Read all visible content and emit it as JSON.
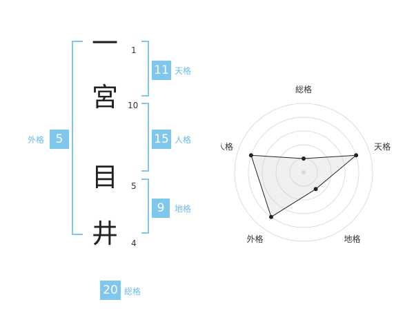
{
  "name": {
    "chars": [
      {
        "char": "一",
        "strokes": "1"
      },
      {
        "char": "宮",
        "strokes": "10"
      },
      {
        "char": "目",
        "strokes": "5"
      },
      {
        "char": "井",
        "strokes": "4"
      }
    ]
  },
  "fortune": {
    "tenkaku": {
      "value": "11",
      "label": "天格"
    },
    "jinkaku": {
      "value": "15",
      "label": "人格"
    },
    "chikaku": {
      "value": "9",
      "label": "地格"
    },
    "gaikaku": {
      "value": "5",
      "label": "外格"
    },
    "soukaku": {
      "value": "20",
      "label": "総格"
    }
  },
  "colors": {
    "accent": "#7fc7ec",
    "label": "#6bbce6",
    "bracket": "#7fc7ec"
  },
  "chart_data": {
    "type": "radar",
    "axes": [
      "総格",
      "天格",
      "地格",
      "外格",
      "人格"
    ],
    "values": [
      0.2,
      0.8,
      0.3,
      0.8,
      0.8
    ],
    "rings": 5,
    "range": [
      0,
      1
    ]
  }
}
